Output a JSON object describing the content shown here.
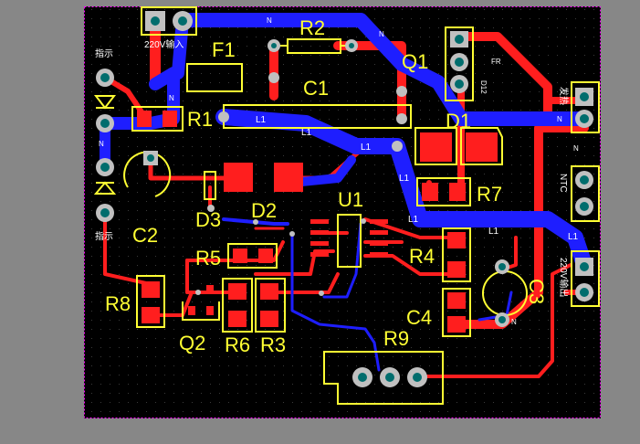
{
  "colors": {
    "background": "#878787",
    "board": "#000000",
    "bottom_copper": "#1e1eff",
    "top_copper": "#ff1e1e",
    "silkscreen": "#ffff33",
    "pad": "#c0c0c0",
    "pad_hole": "#006d6d",
    "board_outline": "#ff00ff"
  },
  "designators": {
    "R2": "R2",
    "F1": "F1",
    "Q1": "Q1",
    "C1": "C1",
    "R1": "R1",
    "D1": "D1",
    "R7": "R7",
    "C2": "C2",
    "D3": "D3",
    "D2": "D2",
    "U1": "U1",
    "R4": "R4",
    "R5": "R5",
    "R8": "R8",
    "C4": "C4",
    "C3": "C3",
    "Q2": "Q2",
    "R6": "R6",
    "R3": "R3",
    "R9": "R9"
  },
  "net_labels": {
    "l1": "L1",
    "n": "N"
  },
  "silk_text": {
    "input_220v": "220V输入",
    "output_220v": "220V输出",
    "heater": "发热",
    "ntc": "NTC",
    "left_top": "指示",
    "left_bottom": "指示",
    "q1_pins": "D12",
    "fr": "FR"
  }
}
